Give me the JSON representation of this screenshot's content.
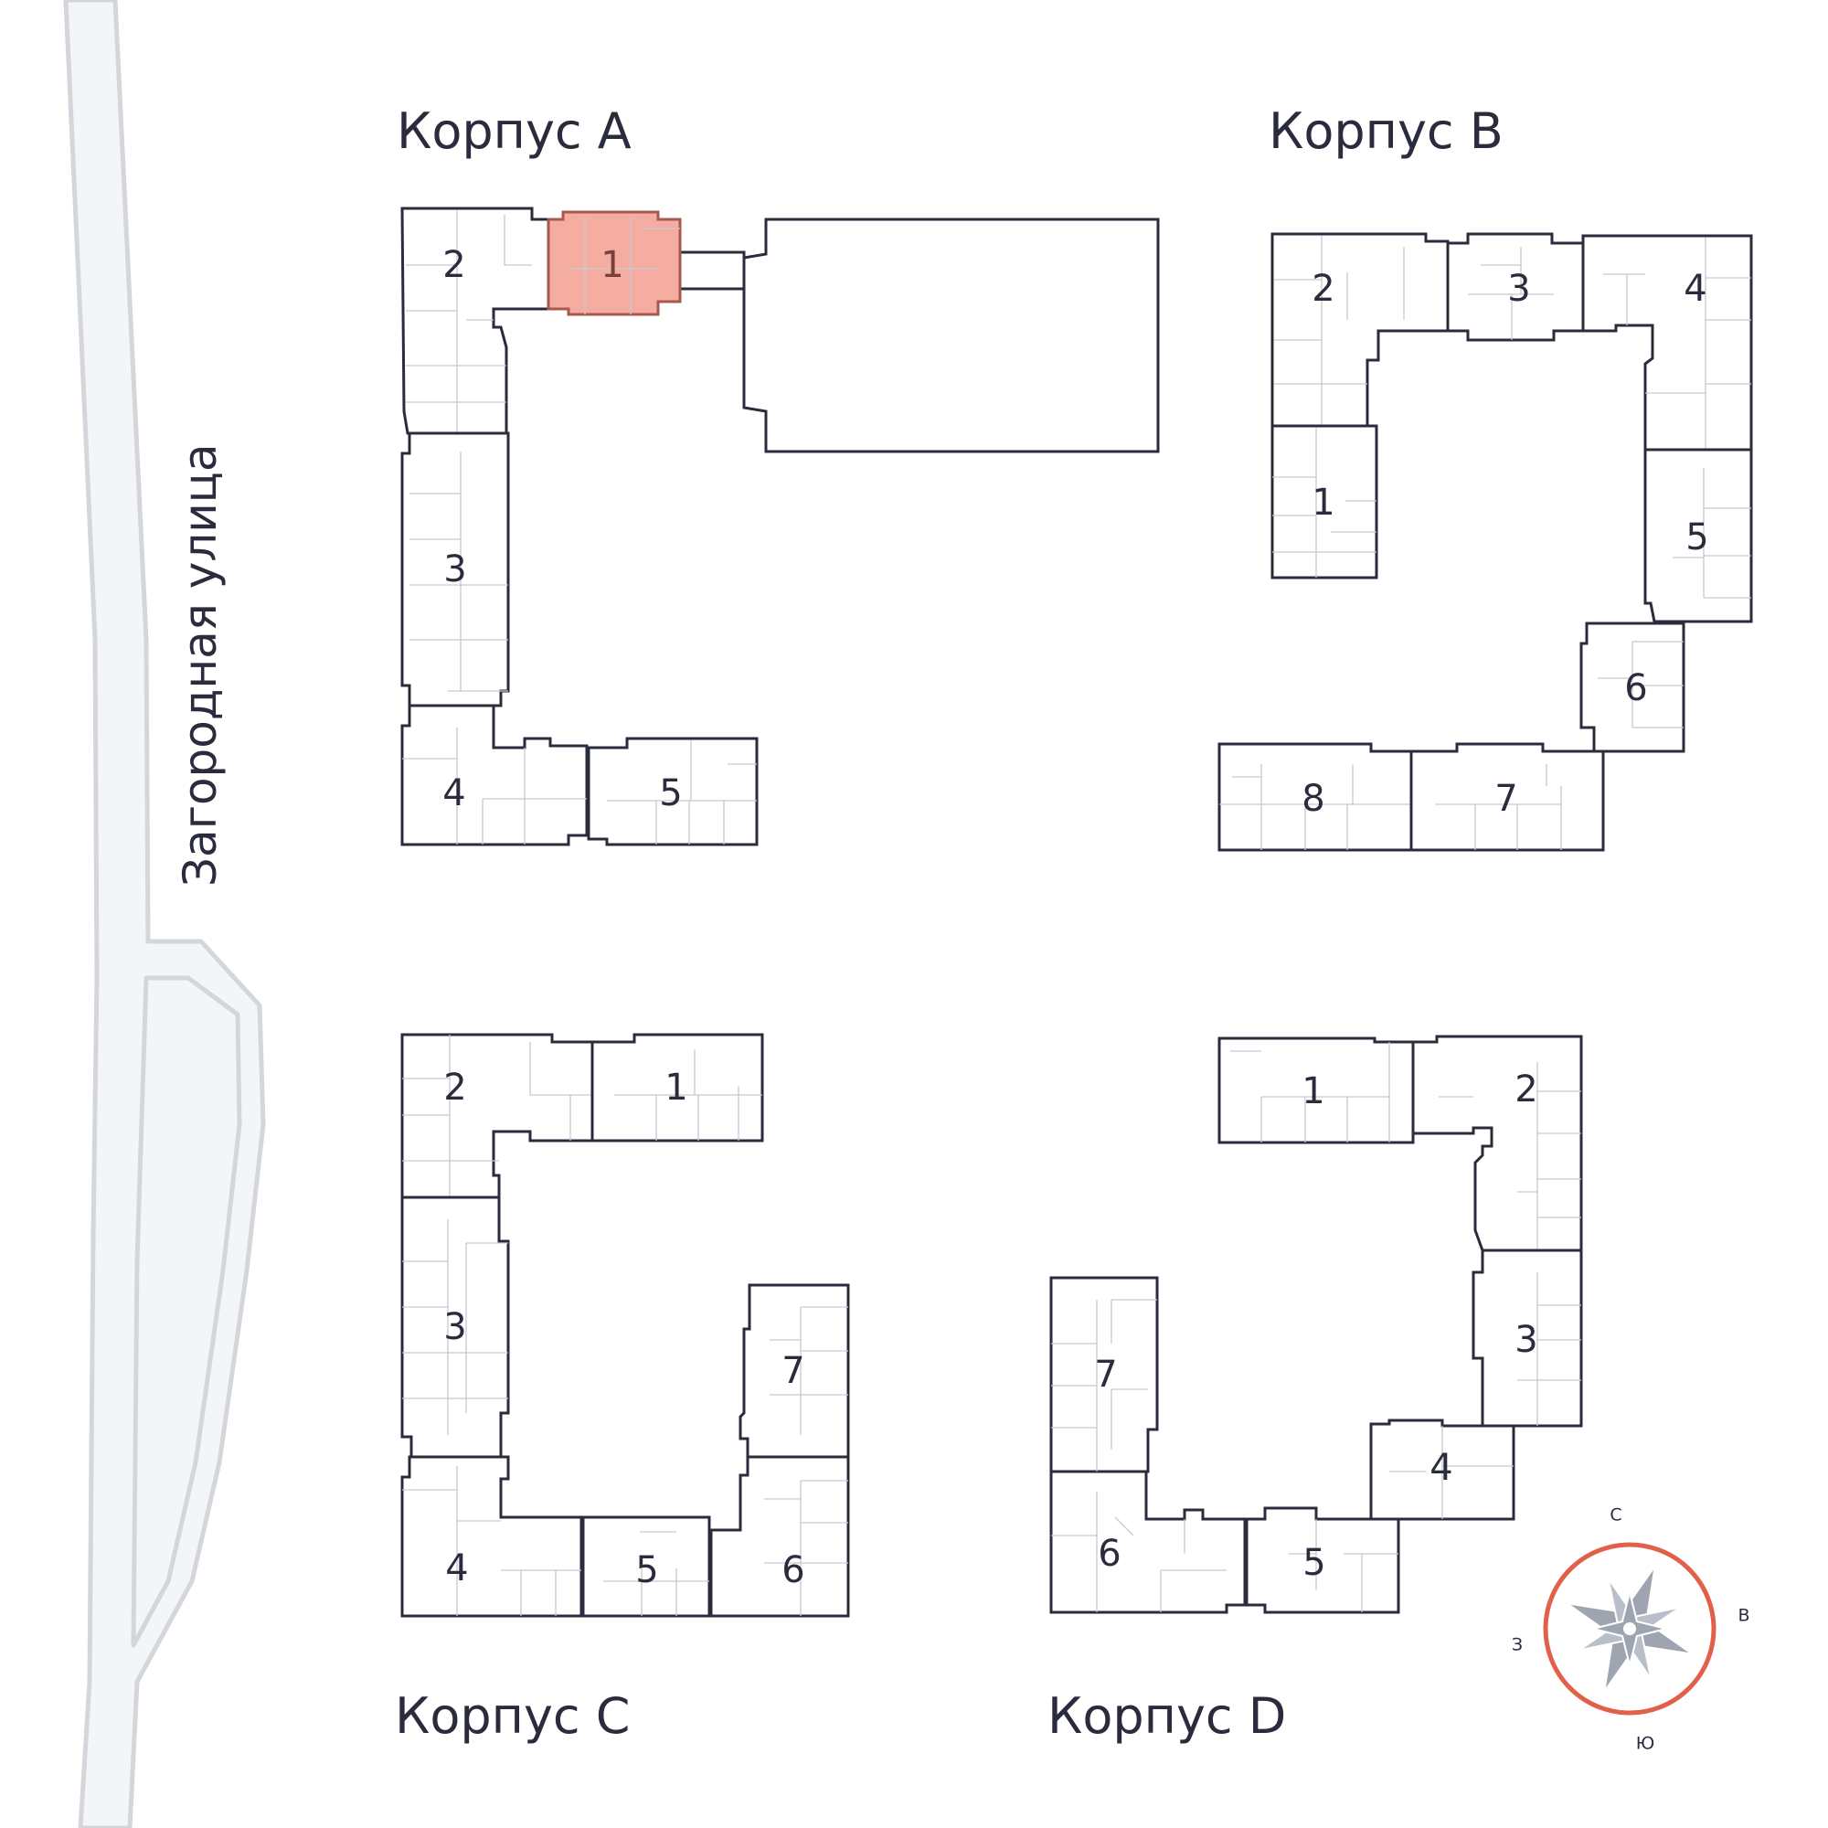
{
  "street": {
    "name": "Загородная улица"
  },
  "corpuses": [
    {
      "key": "a",
      "title": "Корпус A",
      "sections": [
        {
          "num": "1",
          "selected": true
        },
        {
          "num": "2"
        },
        {
          "num": "3"
        },
        {
          "num": "4"
        },
        {
          "num": "5"
        }
      ]
    },
    {
      "key": "b",
      "title": "Корпус B",
      "sections": [
        {
          "num": "1"
        },
        {
          "num": "2"
        },
        {
          "num": "3"
        },
        {
          "num": "4"
        },
        {
          "num": "5"
        },
        {
          "num": "6"
        },
        {
          "num": "7"
        },
        {
          "num": "8"
        }
      ]
    },
    {
      "key": "c",
      "title": "Корпус C",
      "sections": [
        {
          "num": "1"
        },
        {
          "num": "2"
        },
        {
          "num": "3"
        },
        {
          "num": "4"
        },
        {
          "num": "5"
        },
        {
          "num": "6"
        },
        {
          "num": "7"
        }
      ]
    },
    {
      "key": "d",
      "title": "Корпус D",
      "sections": [
        {
          "num": "1"
        },
        {
          "num": "2"
        },
        {
          "num": "3"
        },
        {
          "num": "4"
        },
        {
          "num": "5"
        },
        {
          "num": "6"
        },
        {
          "num": "7"
        }
      ]
    }
  ],
  "compass": {
    "north": "С",
    "east": "В",
    "south": "Ю",
    "west": "З"
  },
  "colors": {
    "selected": "#f4ada0",
    "outline": "#2a2c3e",
    "compass_ring": "#e2604a"
  }
}
